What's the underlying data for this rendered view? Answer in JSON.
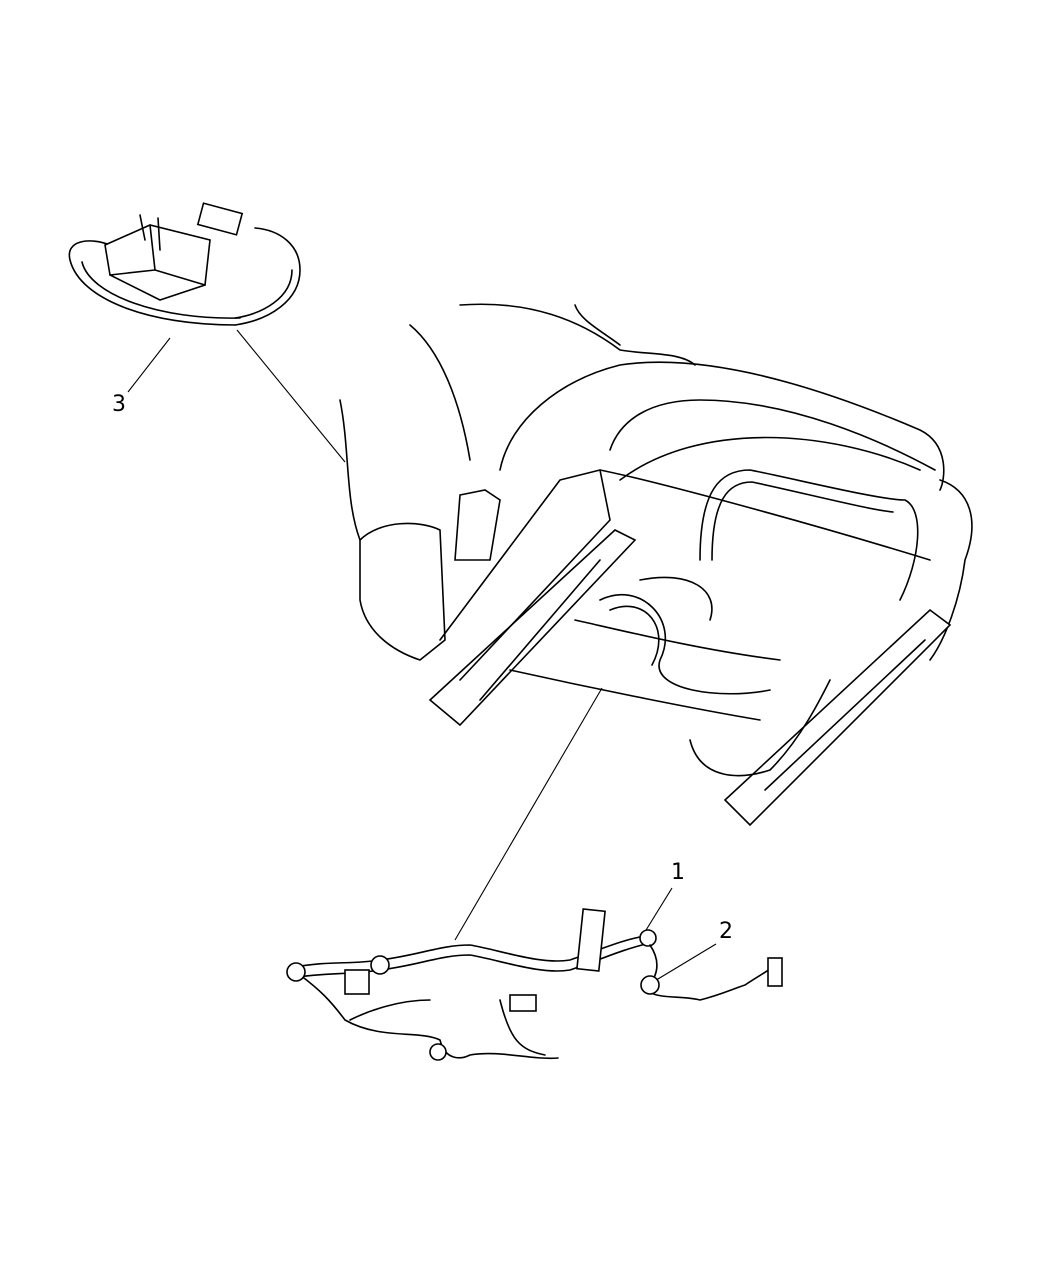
{
  "diagram": {
    "callouts": [
      {
        "id": "1",
        "label": "1"
      },
      {
        "id": "2",
        "label": "2"
      },
      {
        "id": "3",
        "label": "3"
      }
    ],
    "line_color": "#000000",
    "background": "#ffffff"
  }
}
